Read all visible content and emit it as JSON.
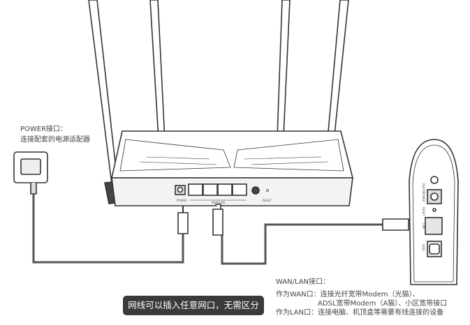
{
  "power_label": {
    "title": "POWER接口：",
    "desc": "连接配套的电源适配器"
  },
  "wanlan_label": {
    "title": "WAN/LAN接口：",
    "wan_line1": "作为WAN口：连接光纤宽带Modem（光猫）、",
    "wan_line2": "ADSL宽带Modem（A猫）、小区宽带接口",
    "lan_line": "作为LAN口：连接电脑、机顶盒等需要有线连接的设备"
  },
  "tooltip": "网线可以插入任意网口，无需区分",
  "router_ports": {
    "power": "POWER",
    "wanlan": "WAN/LAN",
    "reset": "RESET"
  },
  "modem_ports": {
    "onoff": "ON/OFF",
    "power": "POWER",
    "reset": "RESET",
    "lan": "LAN",
    "adsl": "ADSL"
  }
}
